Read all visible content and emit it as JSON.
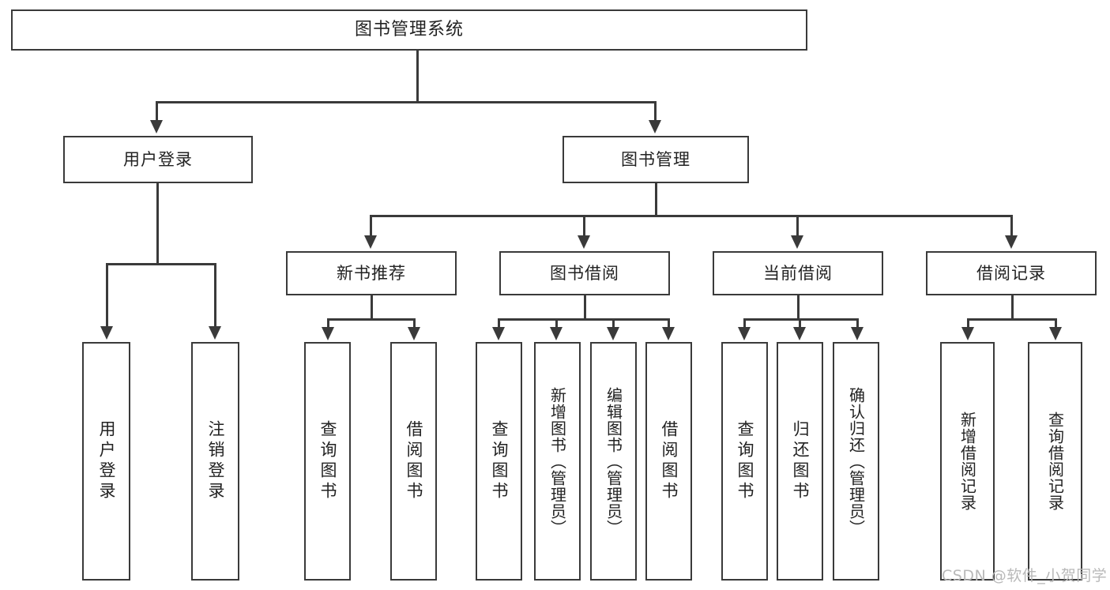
{
  "diagram": {
    "type": "tree",
    "title": "图书管理系统",
    "watermark": "CSDN @软件_小贺同学",
    "colors": {
      "background": "#ffffff",
      "stroke": "#3a3a3a",
      "text": "#222222",
      "watermark": "#b9b9b9"
    },
    "root": {
      "label": "图书管理系统"
    },
    "level2": [
      {
        "label": "用户登录"
      },
      {
        "label": "图书管理"
      }
    ],
    "level3": [
      {
        "label": "新书推荐"
      },
      {
        "label": "图书借阅"
      },
      {
        "label": "当前借阅"
      },
      {
        "label": "借阅记录"
      }
    ],
    "leaves": {
      "user_login": [
        {
          "label": "用户登录"
        },
        {
          "label": "注销登录"
        }
      ],
      "new_book_recommend": [
        {
          "label": "查询图书"
        },
        {
          "label": "借阅图书"
        }
      ],
      "book_borrow": [
        {
          "label": "查询图书"
        },
        {
          "label": "新增图书（管理员）"
        },
        {
          "label": "编辑图书（管理员）"
        },
        {
          "label": "借阅图书"
        }
      ],
      "current_borrow": [
        {
          "label": "查询图书"
        },
        {
          "label": "归还图书"
        },
        {
          "label": "确认归还（管理员）"
        }
      ],
      "borrow_record": [
        {
          "label": "新增借阅记录"
        },
        {
          "label": "查询借阅记录"
        }
      ]
    }
  }
}
